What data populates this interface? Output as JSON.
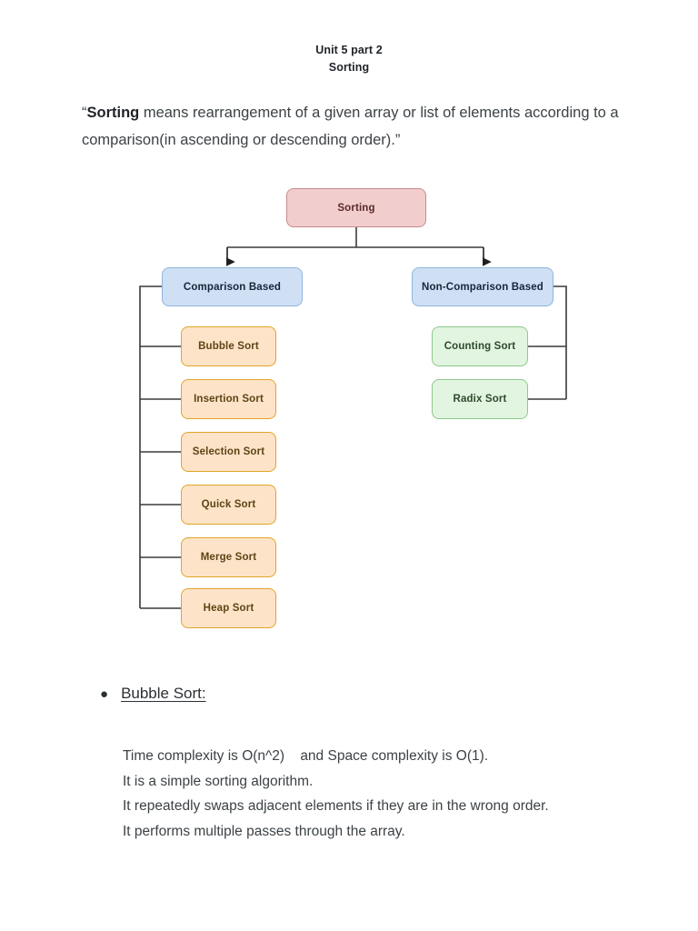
{
  "document": {
    "title_line1": "Unit 5 part 2",
    "title_line2": "Sorting",
    "intro_prefix": "“",
    "intro_bold": "Sorting",
    "intro_rest": " means rearrangement of a given array or list of elements according to a comparison(in ascending or descending order).”"
  },
  "diagram": {
    "root": {
      "label": "Sorting"
    },
    "branches": [
      {
        "label": "Comparison Based"
      },
      {
        "label": "Non-Comparison Based"
      }
    ],
    "comparison_children": [
      {
        "label": "Bubble Sort"
      },
      {
        "label": "Insertion Sort"
      },
      {
        "label": "Selection Sort"
      },
      {
        "label": "Quick Sort"
      },
      {
        "label": "Merge Sort"
      },
      {
        "label": "Heap Sort"
      }
    ],
    "non_comparison_children": [
      {
        "label": "Counting Sort"
      },
      {
        "label": "Radix Sort"
      }
    ],
    "colors": {
      "root_fill": "#f2cdcd",
      "root_border": "#c98b8b",
      "branch_fill": "#cfe0f5",
      "branch_border": "#8fb4dd",
      "orange_fill": "#fde3c8",
      "orange_border": "#e0a528",
      "green_fill": "#e2f5e0",
      "green_border": "#8dc98a",
      "connector": "#3a3a3a"
    }
  },
  "section": {
    "bullet_glyph": "●",
    "heading": "Bubble Sort:",
    "facts": [
      "Time complexity is O(n^2)    and Space complexity is O(1).",
      "It is a simple sorting algorithm.",
      "It repeatedly swaps adjacent elements if they are in the wrong order.",
      "It performs multiple passes through the array."
    ]
  }
}
